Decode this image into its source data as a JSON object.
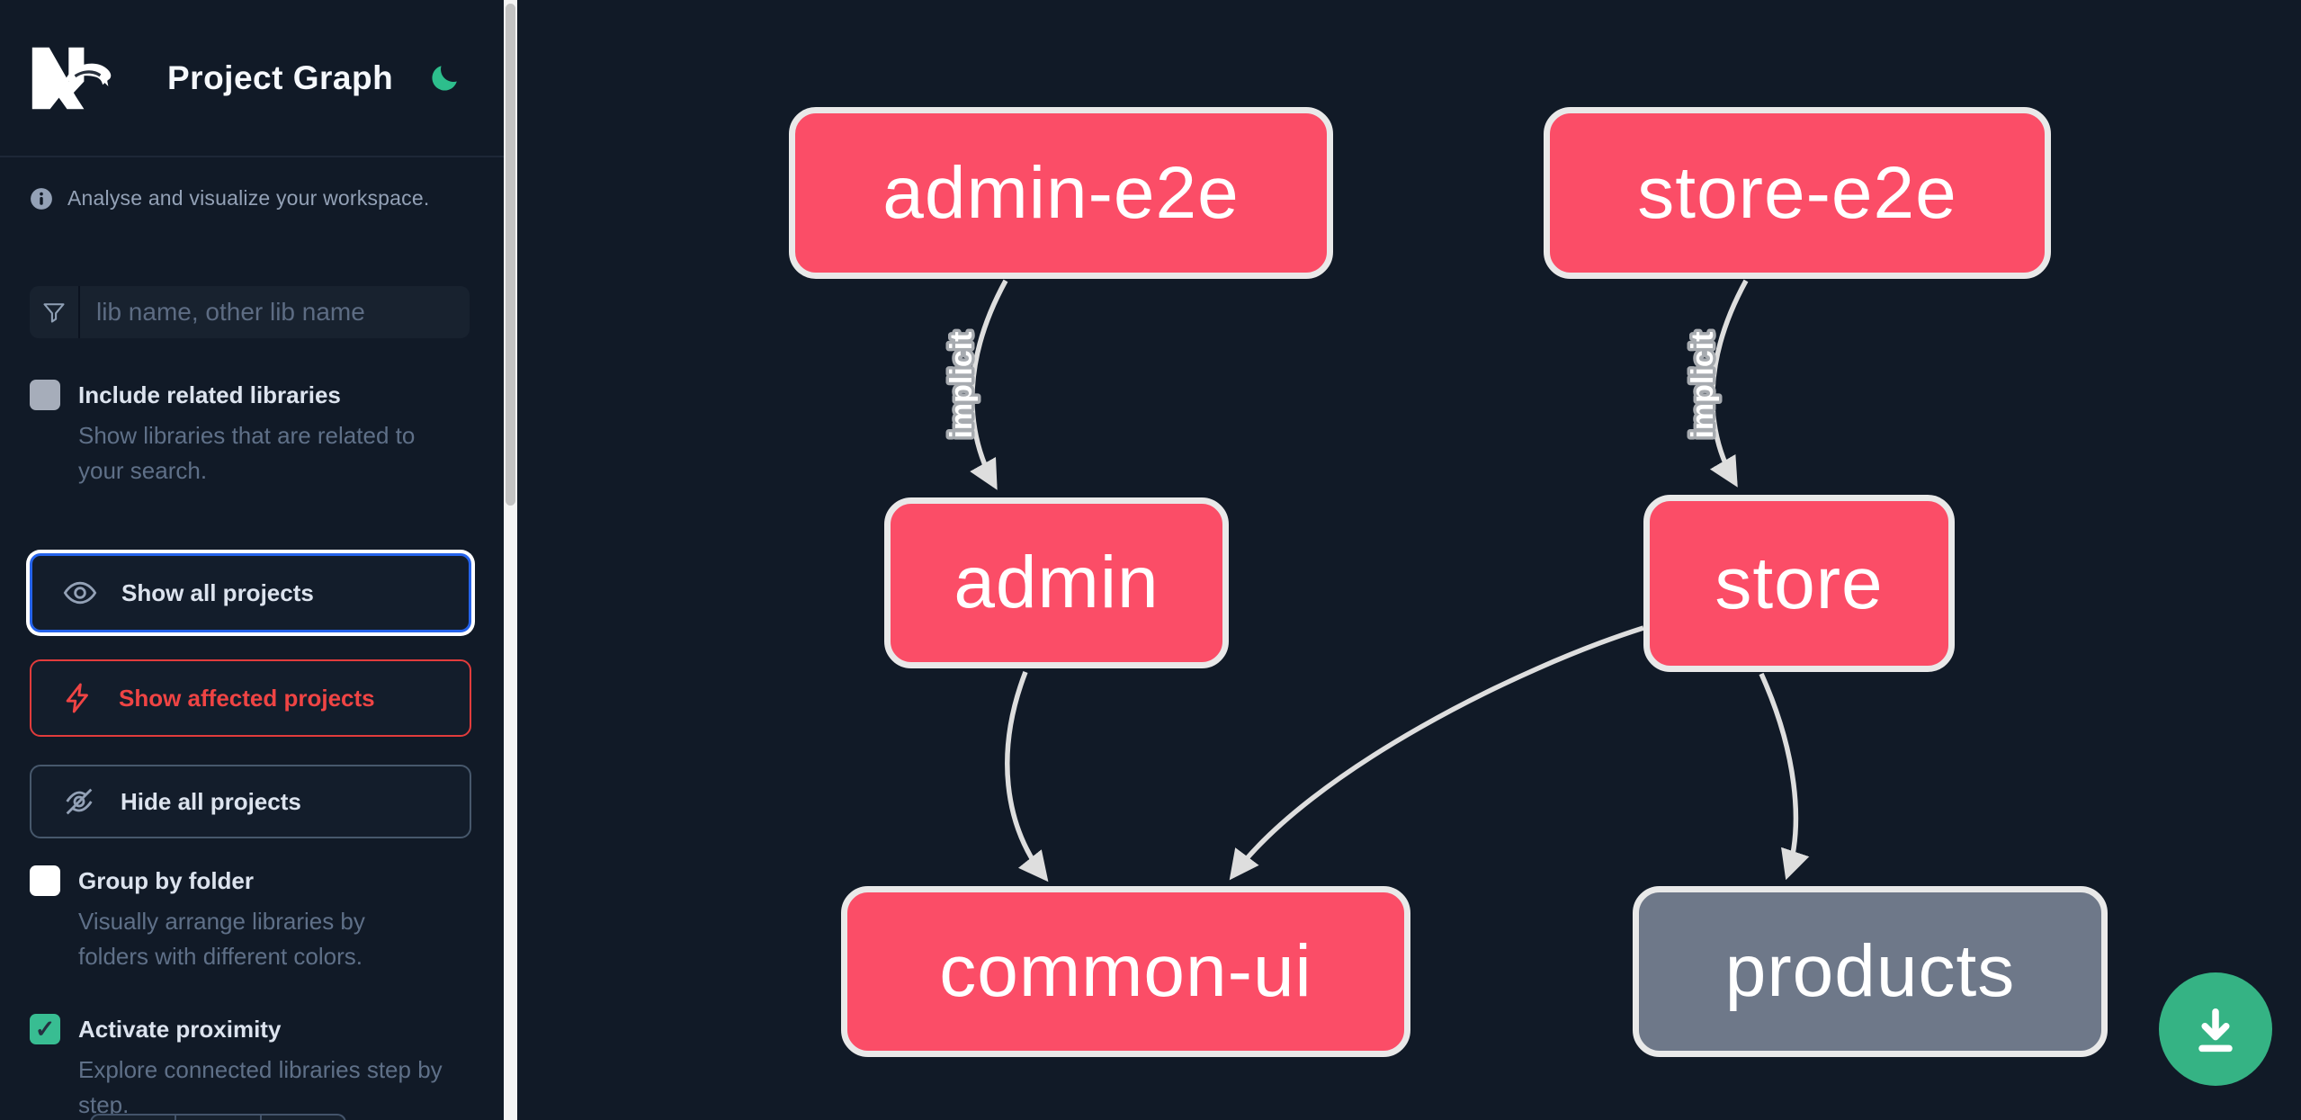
{
  "header": {
    "title": "Project Graph",
    "logo": "nx-logo",
    "theme_icon": "moon-icon"
  },
  "intro": {
    "text": "Analyse and visualize your workspace."
  },
  "search": {
    "placeholder": "lib name, other lib name",
    "value": "",
    "icon": "filter-funnel-icon"
  },
  "checkboxes": {
    "include_related": {
      "label": "Include related libraries",
      "description": "Show libraries that are related to your search.",
      "checked": false
    },
    "group_by_folder": {
      "label": "Group by folder",
      "description": "Visually arrange libraries by folders with different colors.",
      "checked": false
    },
    "activate_proximity": {
      "label": "Activate proximity",
      "description": "Explore connected libraries step by step.",
      "checked": true,
      "check_glyph": "✓"
    }
  },
  "actions": {
    "show_all": {
      "label": "Show all projects",
      "icon": "eye-icon",
      "state": "focused"
    },
    "show_affected": {
      "label": "Show affected projects",
      "icon": "bolt-icon"
    },
    "hide_all": {
      "label": "Hide all projects",
      "icon": "eye-off-icon"
    }
  },
  "graph": {
    "nodes": [
      {
        "id": "admin-e2e",
        "label": "admin-e2e",
        "type": "pink"
      },
      {
        "id": "store-e2e",
        "label": "store-e2e",
        "type": "pink"
      },
      {
        "id": "admin",
        "label": "admin",
        "type": "pink"
      },
      {
        "id": "store",
        "label": "store",
        "type": "pink"
      },
      {
        "id": "common-ui",
        "label": "common-ui",
        "type": "pink"
      },
      {
        "id": "products",
        "label": "products",
        "type": "gray"
      }
    ],
    "edges": [
      {
        "source": "admin-e2e",
        "target": "admin",
        "label": "implicit"
      },
      {
        "source": "store-e2e",
        "target": "store",
        "label": "implicit"
      },
      {
        "source": "admin",
        "target": "common-ui",
        "label": ""
      },
      {
        "source": "store",
        "target": "common-ui",
        "label": ""
      },
      {
        "source": "store",
        "target": "products",
        "label": ""
      }
    ]
  },
  "fab": {
    "icon": "download-icon"
  },
  "colors": {
    "background": "#111a27",
    "node_pink": "#fb4d67",
    "node_gray": "#6e7889",
    "node_border": "#e9e9e9",
    "edge": "#dedede",
    "accent_green": "#35b384",
    "focus_blue": "#2563eb",
    "affected_red": "#ef4444"
  }
}
